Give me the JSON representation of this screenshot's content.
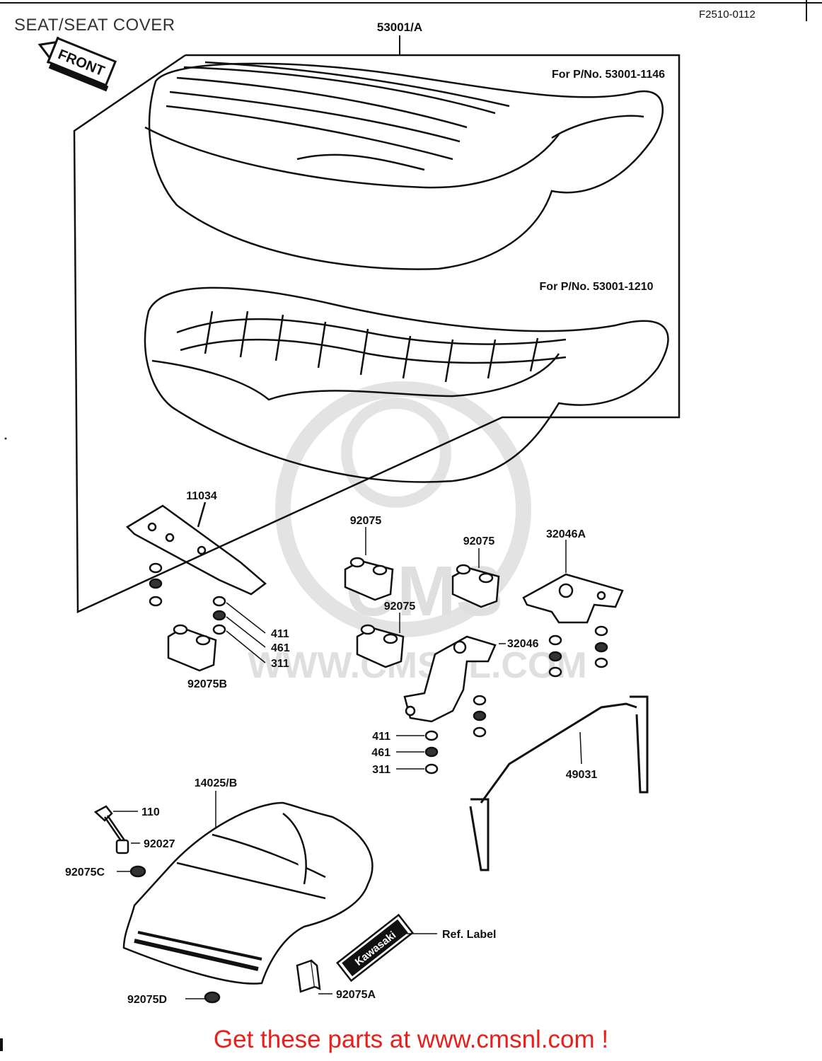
{
  "header": {
    "title": "SEAT/SEAT COVER",
    "diagram_code": "F2510-0112",
    "front_label": "FRONT"
  },
  "assembly": {
    "main_part": "53001/A",
    "variant_1": "For P/No. 53001-1146",
    "variant_2": "For P/No. 53001-1210"
  },
  "parts": {
    "p11034": "11034",
    "p92075_a": "92075",
    "p92075_b": "92075",
    "p92075_c": "92075",
    "p32046A": "32046A",
    "p32046": "32046",
    "p411_a": "411",
    "p461_a": "461",
    "p311_a": "311",
    "p92075B": "92075B",
    "p411_b": "411",
    "p461_b": "461",
    "p311_b": "311",
    "p49031": "49031",
    "p14025B": "14025/B",
    "p110": "110",
    "p92027": "92027",
    "p92075C": "92075C",
    "p92075D": "92075D",
    "p92075A": "92075A",
    "ref_label": "Ref.  Label",
    "emblem_text": "Kawasaki"
  },
  "watermark": {
    "text": "WWW.CMSNL.COM",
    "logo_text": "CMS"
  },
  "footer": {
    "cta": "Get these parts at www.cmsnl.com !"
  },
  "colors": {
    "footer_red": "#e8201c",
    "ink": "#111111",
    "watermark_gray": "#d9d9d9"
  }
}
